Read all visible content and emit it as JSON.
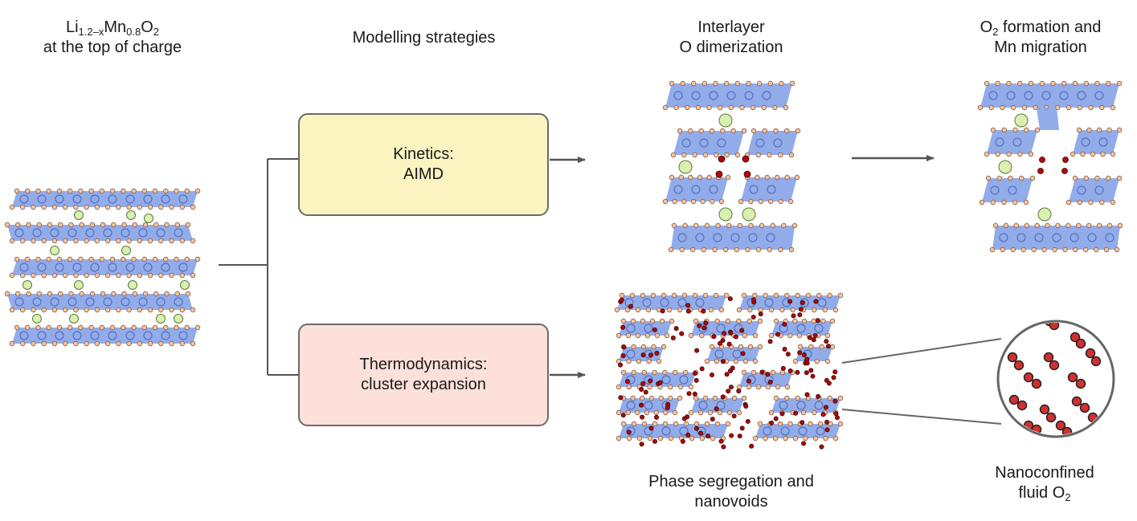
{
  "labels": {
    "left_title_1": "Li",
    "left_title_sub1": "1.2–x",
    "left_title_2": "Mn",
    "left_title_sub2": "0.8",
    "left_title_3": "O",
    "left_title_sub3": "2",
    "left_title_line2": "at the top of charge",
    "strategies": "Modelling strategies",
    "interlayer_line1": "Interlayer",
    "interlayer_line2": "O dimerization",
    "o2_a": "O",
    "o2_sub": "2",
    "o2_b": " formation and",
    "o2_line2": "Mn migration",
    "phase_line1": "Phase segregation and",
    "phase_line2": "nanovoids",
    "nano_line1": "Nanoconfined",
    "nano_line2_a": "fluid O",
    "nano_line2_sub": "2"
  },
  "boxes": {
    "kinetics_line1": "Kinetics:",
    "kinetics_line2": "AIMD",
    "thermo_line1": "Thermodynamics:",
    "thermo_line2": "cluster expansion"
  },
  "colors": {
    "slab": "#7f9ee6",
    "oxygen": "#f3c4a6",
    "lithium": "#d9f0b0",
    "dimer": "#b00a0a",
    "kinetics_box": "#fbf3c0",
    "thermo_box": "#fde0da"
  }
}
